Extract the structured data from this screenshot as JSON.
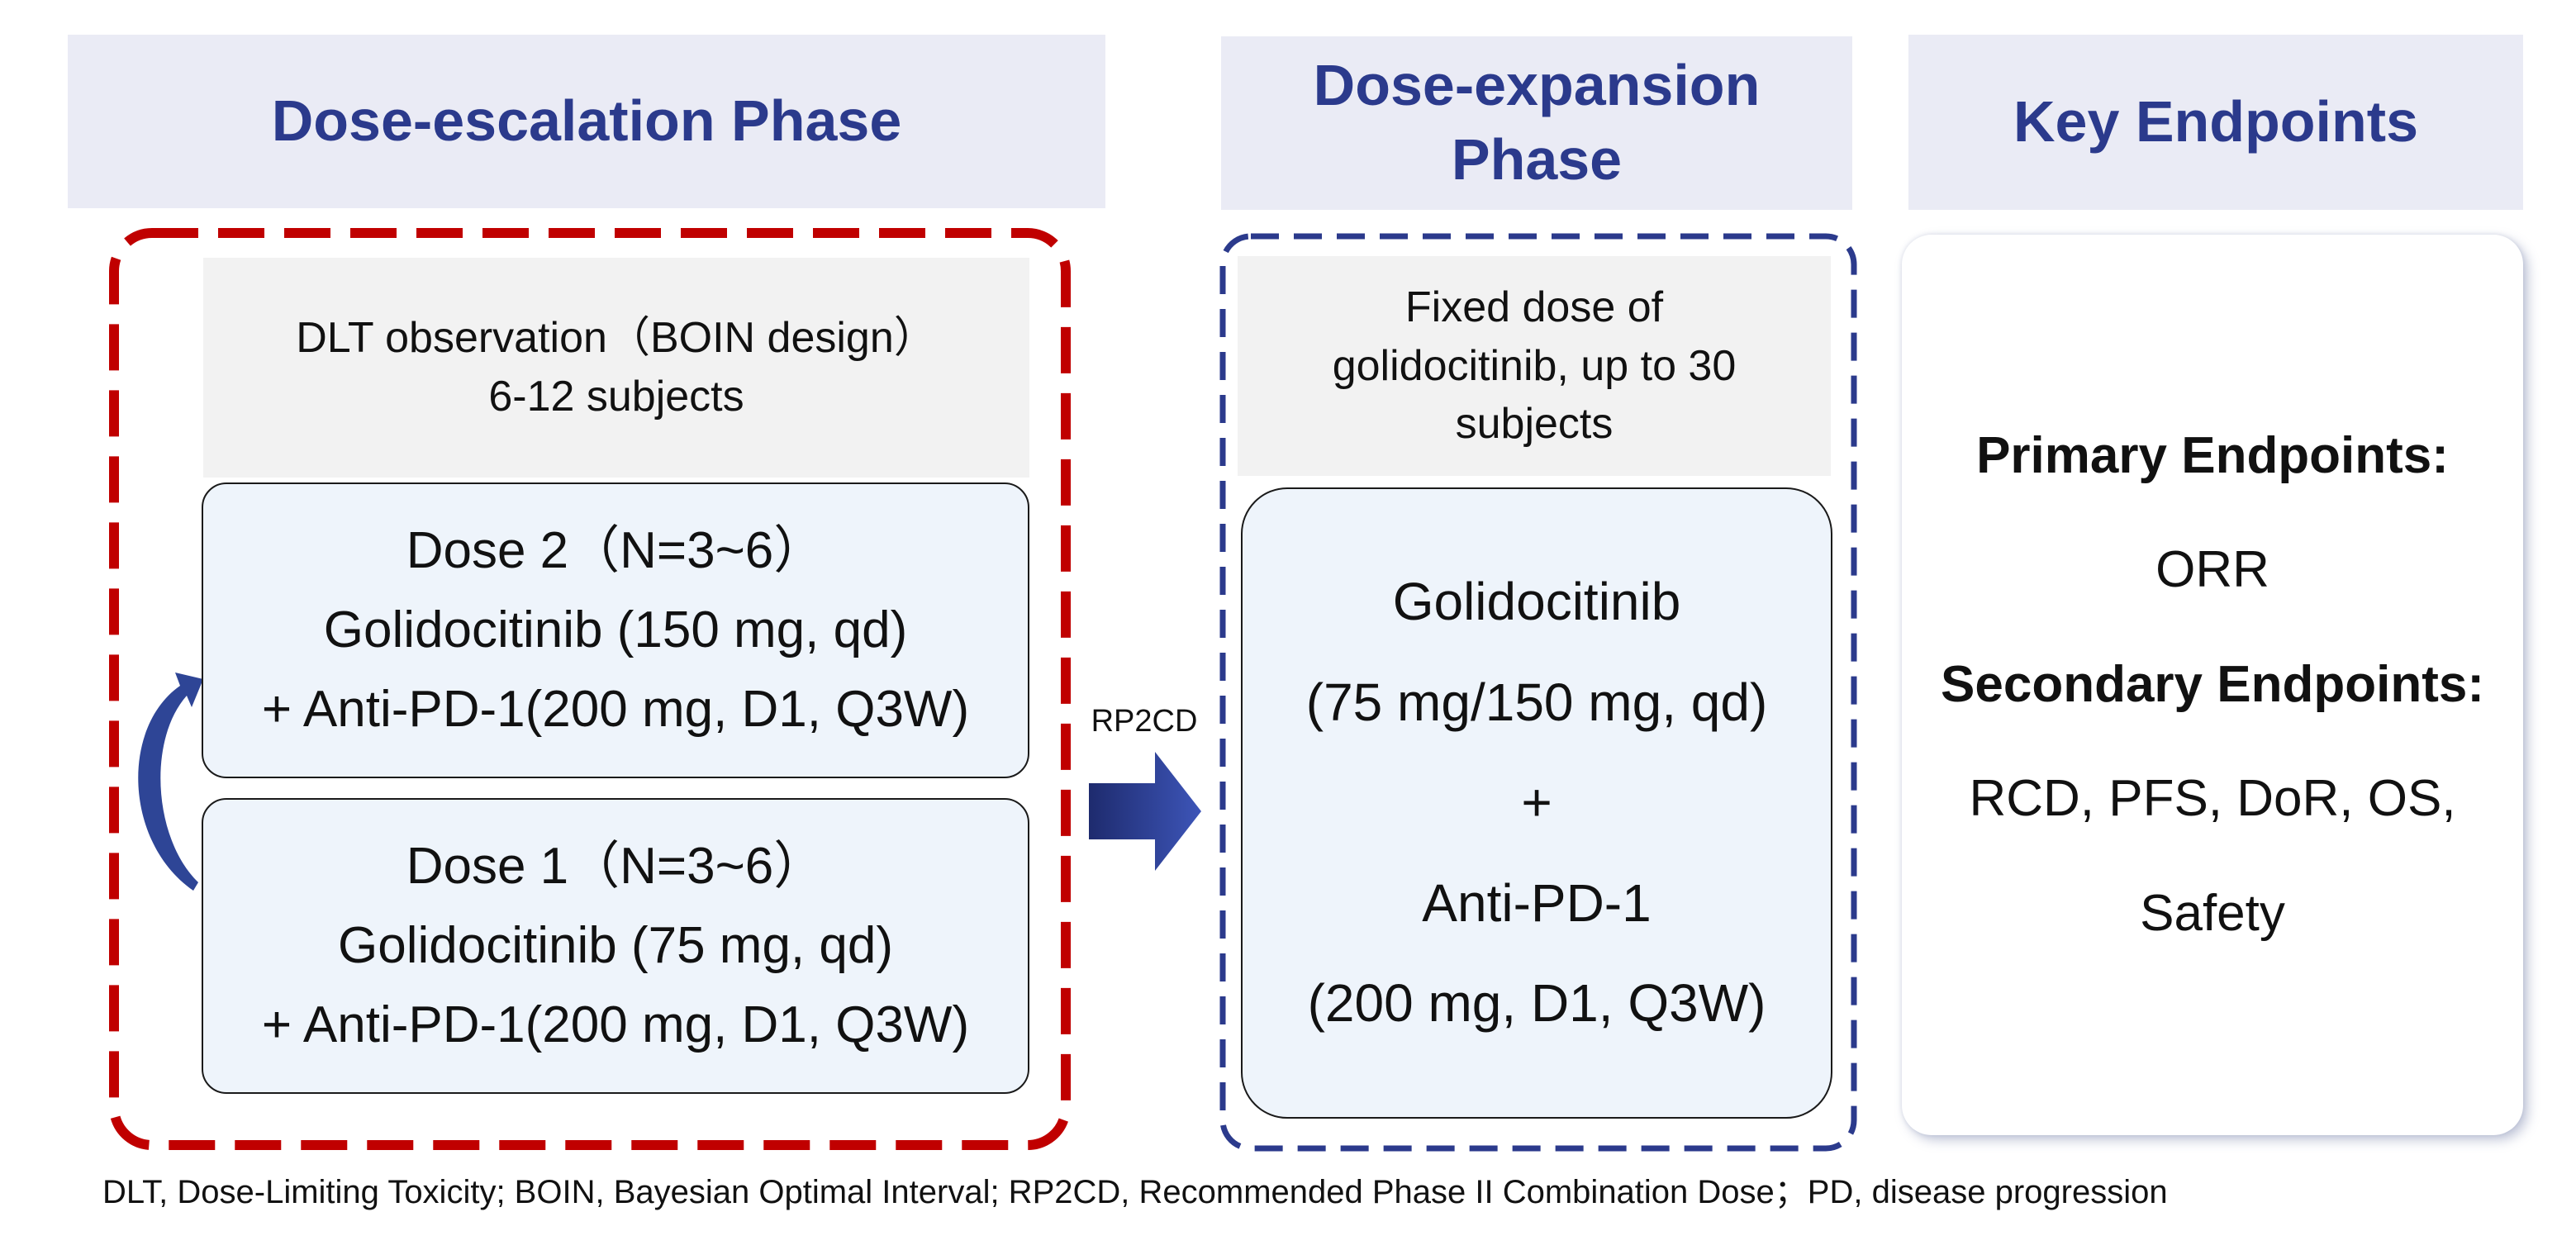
{
  "headers": {
    "escalation": "Dose-escalation Phase",
    "expansion_line1": "Dose-expansion",
    "expansion_line2": "Phase",
    "endpoints": "Key Endpoints"
  },
  "escalation": {
    "observation_line1": "DLT observation（BOIN design）",
    "observation_line2": "6-12 subjects",
    "dose2": {
      "title": "Dose 2（N=3~6）",
      "drug": "Golidocitinib (150 mg, qd)",
      "combo": "+ Anti-PD-1(200 mg, D1, Q3W)"
    },
    "dose1": {
      "title": "Dose 1（N=3~6）",
      "drug": "Golidocitinib (75 mg, qd)",
      "combo": "+ Anti-PD-1(200 mg, D1, Q3W)"
    }
  },
  "transition_label": "RP2CD",
  "expansion": {
    "desc_line1": "Fixed dose of",
    "desc_line2": "golidocitinib, up to 30",
    "desc_line3": "subjects",
    "regimen": {
      "drug": "Golidocitinib",
      "drug_dose": "(75 mg/150 mg, qd)",
      "plus": "+",
      "combo": "Anti-PD-1",
      "combo_dose": "(200 mg, D1, Q3W)"
    }
  },
  "endpoints": {
    "primary_label": "Primary Endpoints:",
    "primary": "ORR",
    "secondary_label": "Secondary Endpoints:",
    "secondary_line1": "RCD, PFS, DoR, OS,",
    "secondary_line2": "Safety"
  },
  "footnote": "DLT, Dose-Limiting Toxicity; BOIN, Bayesian Optimal Interval; RP2CD, Recommended Phase II Combination Dose；PD, disease progression",
  "colors": {
    "header_bg": "#eaebf5",
    "header_text": "#2b3a8c",
    "escalation_border": "#c00000",
    "expansion_border": "#2b3a8c",
    "dose_box_bg": "#eef4fb",
    "arrow": "#2b3a8c"
  },
  "icons": {
    "transition_arrow": "block-right-arrow",
    "dose_step_arrow": "curved-up-arrow"
  }
}
